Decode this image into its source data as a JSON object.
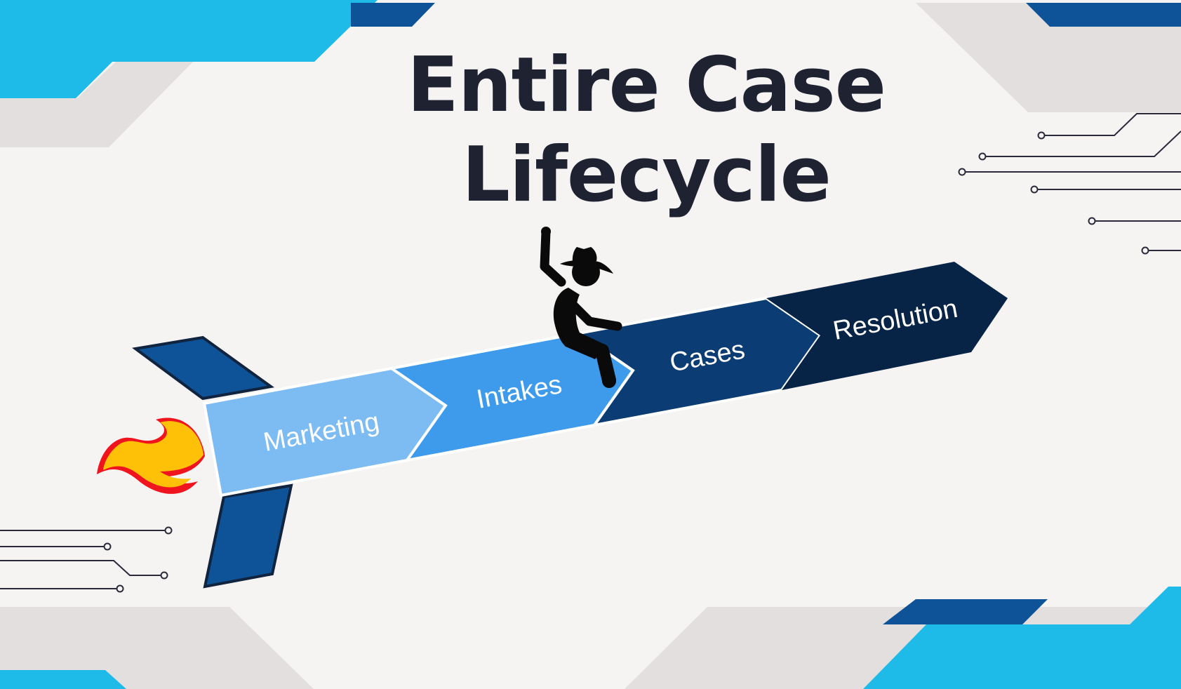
{
  "title": {
    "line1": "Entire Case",
    "line2": "Lifecycle"
  },
  "stages": [
    {
      "label": "Marketing",
      "color": "#7dbbf3"
    },
    {
      "label": "Intakes",
      "color": "#3e9bec"
    },
    {
      "label": "Cases",
      "color": "#0b3c73"
    },
    {
      "label": "Resolution",
      "color": "#072447"
    }
  ],
  "colors": {
    "background": "#f6f4f3",
    "accent_cyan": "#1ebbe9",
    "accent_blue": "#0e5397",
    "decor_grey": "#e2dfde",
    "fin": "#0e5397",
    "flame_outer": "#f0141e",
    "flame_inner": "#ffc107",
    "title": "#1e2231"
  },
  "icons": [
    "rocket-icon",
    "flame-icon",
    "person-riding-icon",
    "hat-icon",
    "circuit-lines-icon"
  ]
}
